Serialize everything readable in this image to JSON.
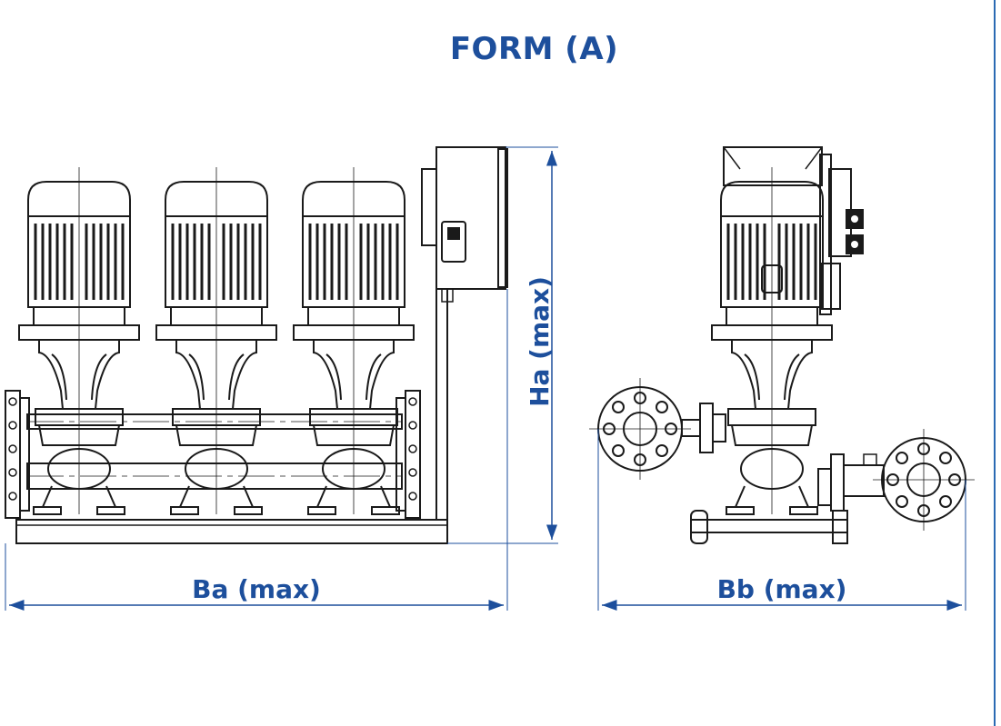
{
  "title": "FORM (A)",
  "dimensions": {
    "ba": "Ba (max)",
    "bb": "Bb (max)",
    "ha": "Ha (max)"
  },
  "colors": {
    "dimension": "#1d4f9c",
    "drawing": "#1a1a1a",
    "edge": "#2a6ab3"
  },
  "front_view": {
    "pump_count": 3
  }
}
